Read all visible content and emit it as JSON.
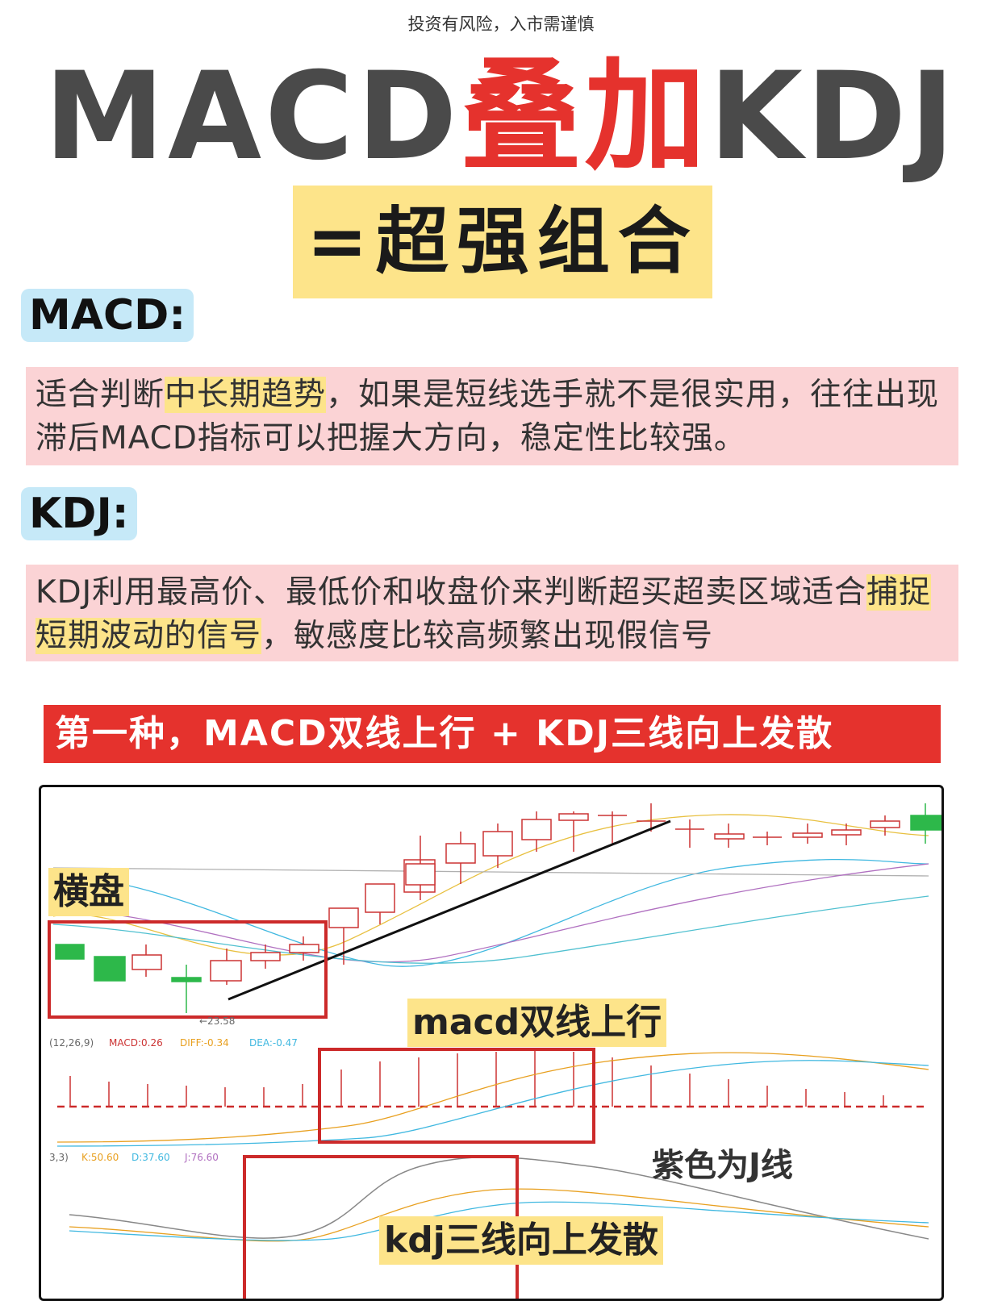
{
  "disclaimer": "投资有风险，入市需谨慎",
  "title": {
    "part1": "MACD",
    "part2": "叠加",
    "part3": "KDJ"
  },
  "subtitle": "=超强组合",
  "macd": {
    "tag": "MACD:",
    "text_before": "适合判断",
    "highlight": "中长期趋势",
    "text_after": "，如果是短线选手就不是很实用，往往出现滞后MACD指标可以把握大方向，稳定性比较强。"
  },
  "kdj": {
    "tag": "KDJ:",
    "text_before": "KDJ利用最高价、最低价和收盘价来判断超买超卖区域适合",
    "highlight": "捕捉短期波动的信号",
    "text_after": "，敏感度比较高频繁出现假信号"
  },
  "banner": "第一种，MACD双线上行 + KDJ三线向上发散",
  "chart": {
    "label_hengpan": "横盘",
    "label_macd": "macd双线上行",
    "label_kdj": "kdj三线向上发散",
    "label_purple": "紫色为J线",
    "low_price": "←23.58",
    "macd_params": "(12,26,9)",
    "macd_value": "MACD:0.26",
    "diff_value": "DIFF:-0.34",
    "dea_value": "DEA:-0.47",
    "kdj_params": "3,3)",
    "k_value": "K:50.60",
    "d_value": "D:37.60",
    "j_value": "J:76.60",
    "colors": {
      "up": "#e5322d",
      "down": "#2db84a",
      "diff": "#e8a020",
      "dea": "#40b8e0",
      "j": "#b070c0",
      "box": "#cc2a2a"
    }
  }
}
